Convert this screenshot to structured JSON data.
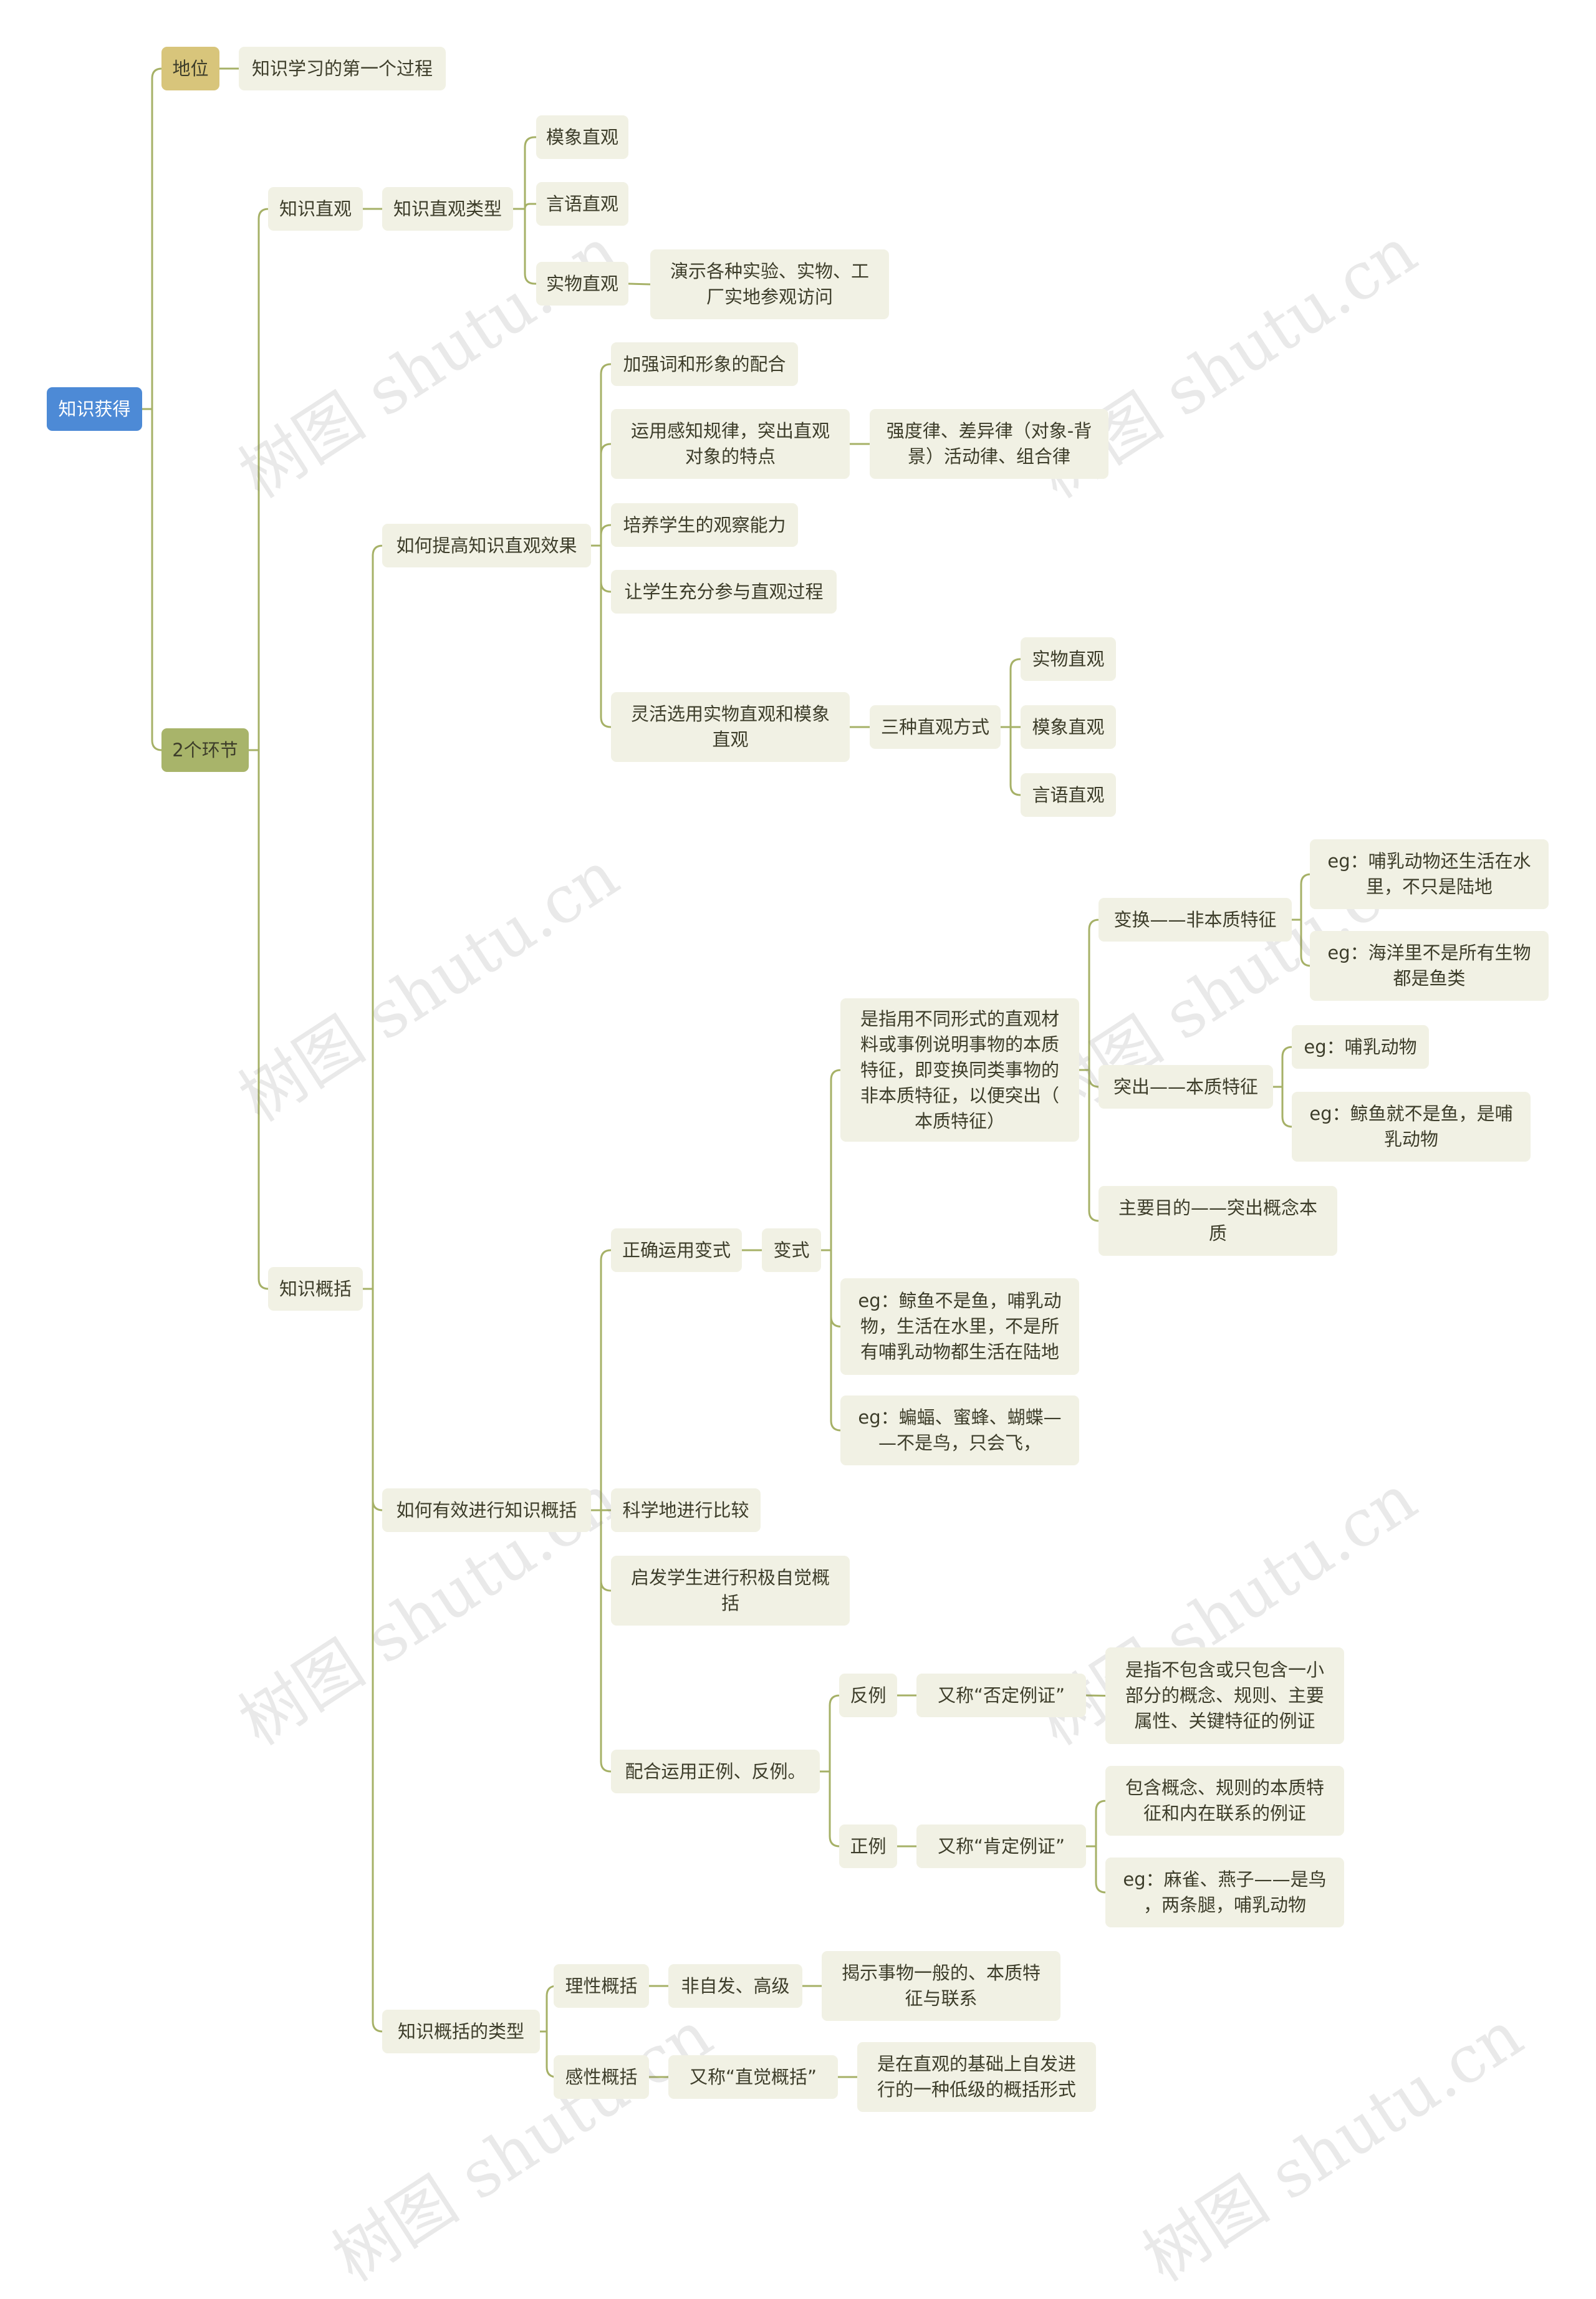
{
  "colors": {
    "line": "#a6b167",
    "root": "#4d8ad6",
    "position": "#d8c57b",
    "link": "#a8b46a",
    "node_bg": "#f1f1e4"
  },
  "watermark": "树图 shutu.cn",
  "nodes": [
    {
      "id": "root",
      "label": "知识获得"
    },
    {
      "id": "n_pos",
      "label": "地位"
    },
    {
      "id": "n_pos_c",
      "label": "知识学习的第一个过程"
    },
    {
      "id": "n_two",
      "label": "2个环节"
    },
    {
      "id": "n_zg",
      "label": "知识直观"
    },
    {
      "id": "n_zglx",
      "label": "知识直观类型"
    },
    {
      "id": "n_mx",
      "label": "模象直观"
    },
    {
      "id": "n_yy",
      "label": "言语直观"
    },
    {
      "id": "n_sw",
      "label": "实物直观"
    },
    {
      "id": "n_sw_c",
      "label": "演示各种实验、实物、工\n厂实地参观访问"
    },
    {
      "id": "n_gk",
      "label": "知识概括"
    },
    {
      "id": "n_tg",
      "label": "如何提高知识直观效果"
    },
    {
      "id": "n_tg1",
      "label": "加强词和形象的配合"
    },
    {
      "id": "n_tg2",
      "label": "运用感知规律，突出直观\n对象的特点"
    },
    {
      "id": "n_tg2c",
      "label": "强度律、差异律（对象-背\n景）活动律、组合律"
    },
    {
      "id": "n_tg3",
      "label": "培养学生的观察能力"
    },
    {
      "id": "n_tg4",
      "label": "让学生充分参与直观过程"
    },
    {
      "id": "n_tg5",
      "label": "灵活选用实物直观和模象\n直观"
    },
    {
      "id": "n_sz",
      "label": "三种直观方式"
    },
    {
      "id": "n_sz1",
      "label": "实物直观"
    },
    {
      "id": "n_sz2",
      "label": "模象直观"
    },
    {
      "id": "n_sz3",
      "label": "言语直观"
    },
    {
      "id": "n_yx",
      "label": "如何有效进行知识概括"
    },
    {
      "id": "n_bs",
      "label": "正确运用变式"
    },
    {
      "id": "n_bs2",
      "label": "变式"
    },
    {
      "id": "n_def",
      "label": "是指用不同形式的直观材\n料或事例说明事物的本质\n特征，即变换同类事物的\n非本质特征，以便突出（\n本质特征）"
    },
    {
      "id": "n_bh",
      "label": "变换——非本质特征"
    },
    {
      "id": "n_bh1",
      "label": "eg：哺乳动物还生活在水\n里，不只是陆地"
    },
    {
      "id": "n_bh2",
      "label": "eg：海洋里不是所有生物\n都是鱼类"
    },
    {
      "id": "n_tc",
      "label": "突出——本质特征"
    },
    {
      "id": "n_tc1",
      "label": "eg：哺乳动物"
    },
    {
      "id": "n_tc2",
      "label": "eg：鲸鱼就不是鱼，是哺\n乳动物"
    },
    {
      "id": "n_md",
      "label": "主要目的——突出概念本\n质"
    },
    {
      "id": "n_eg1",
      "label": "eg：鲸鱼不是鱼，哺乳动\n物，生活在水里，不是所\n有哺乳动物都生活在陆地"
    },
    {
      "id": "n_eg2",
      "label": "eg：蝙蝠、蜜蜂、蝴蝶—\n—不是鸟，只会飞，"
    },
    {
      "id": "n_bj",
      "label": "科学地进行比较"
    },
    {
      "id": "n_qf",
      "label": "启发学生进行积极自觉概\n括"
    },
    {
      "id": "n_ph",
      "label": "配合运用正例、反例。"
    },
    {
      "id": "n_fl",
      "label": "反例"
    },
    {
      "id": "n_fl1",
      "label": "又称“否定例证”"
    },
    {
      "id": "n_fl2",
      "label": "是指不包含或只包含一小\n部分的概念、规则、主要\n属性、关键特征的例证"
    },
    {
      "id": "n_zl",
      "label": "正例"
    },
    {
      "id": "n_zl1",
      "label": "又称“肯定例证”"
    },
    {
      "id": "n_zl2",
      "label": "包含概念、规则的本质特\n征和内在联系的例证"
    },
    {
      "id": "n_zl3",
      "label": "eg：麻雀、燕子——是鸟\n，两条腿，哺乳动物"
    },
    {
      "id": "n_lx",
      "label": "知识概括的类型"
    },
    {
      "id": "n_lx1",
      "label": "理性概括"
    },
    {
      "id": "n_lx1a",
      "label": "非自发、高级"
    },
    {
      "id": "n_lx1b",
      "label": "揭示事物一般的、本质特\n征与联系"
    },
    {
      "id": "n_lx2",
      "label": "感性概括"
    },
    {
      "id": "n_lx2a",
      "label": "又称“直觉概括”"
    },
    {
      "id": "n_lx2b",
      "label": "是在直观的基础上自发进\n行的一种低级的概括形式"
    }
  ]
}
